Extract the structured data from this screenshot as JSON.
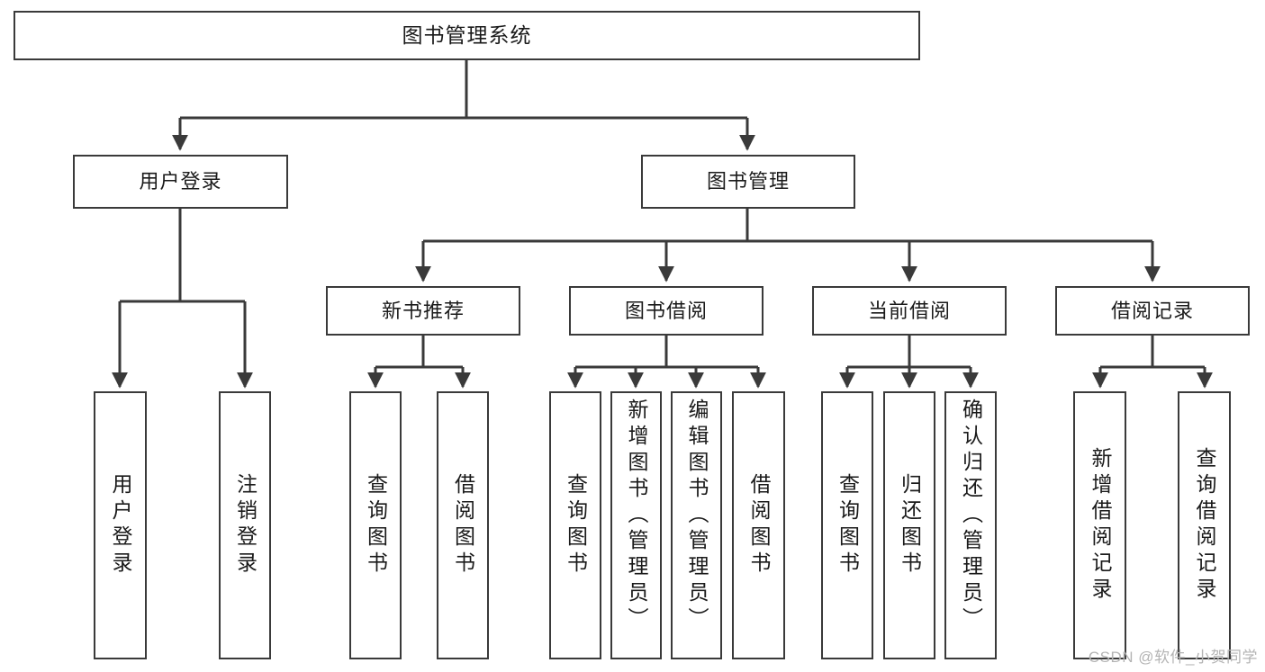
{
  "diagram": {
    "title": "图书管理系统",
    "type": "tree-hierarchy-chart",
    "root": {
      "label": "图书管理系统"
    },
    "level2": [
      {
        "label": "用户登录"
      },
      {
        "label": "图书管理"
      }
    ],
    "level3": [
      {
        "label": "新书推荐"
      },
      {
        "label": "图书借阅"
      },
      {
        "label": "当前借阅"
      },
      {
        "label": "借阅记录"
      }
    ],
    "leaves": [
      {
        "label": "用户登录",
        "parent": "用户登录"
      },
      {
        "label": "注销登录",
        "parent": "用户登录"
      },
      {
        "label": "查询图书",
        "parent": "新书推荐"
      },
      {
        "label": "借阅图书",
        "parent": "新书推荐"
      },
      {
        "label": "查询图书",
        "parent": "图书借阅"
      },
      {
        "label": "新增图书（管理员）",
        "parent": "图书借阅"
      },
      {
        "label": "编辑图书（管理员）",
        "parent": "图书借阅"
      },
      {
        "label": "借阅图书",
        "parent": "图书借阅"
      },
      {
        "label": "查询图书",
        "parent": "当前借阅"
      },
      {
        "label": "归还图书",
        "parent": "当前借阅"
      },
      {
        "label": "确认归还（管理员）",
        "parent": "当前借阅"
      },
      {
        "label": "新增借阅记录",
        "parent": "借阅记录"
      },
      {
        "label": "查询借阅记录",
        "parent": "借阅记录"
      }
    ],
    "watermark": "CSDN @软件_小贺同学",
    "colors": {
      "stroke": "#3a3a3a",
      "fill": "#ffffff",
      "text": "#1a1a1a",
      "watermark": "#b4b4b4"
    }
  }
}
